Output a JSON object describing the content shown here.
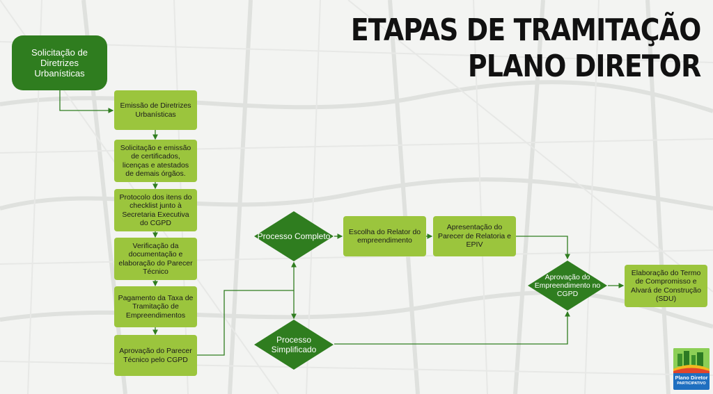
{
  "title": {
    "line1": "ETAPAS DE TRAMITAÇÃO",
    "line2": "PLANO DIRETOR"
  },
  "nodes": {
    "start": "Solicitação de Diretrizes Urbanísticas",
    "emissao": "Emissão de Diretrizes Urbanísticas",
    "solicitacao_certificados": "Solicitação e emissão de certificados, licenças e atestados de demais órgãos.",
    "protocolo": "Protocolo dos itens do checklist junto à Secretaria Executiva do CGPD",
    "verificacao": "Verificação da documentação e elaboração do Parecer Técnico",
    "pagamento": "Pagamento da Taxa de Tramitação de Empreendimentos",
    "aprovacao_parecer": "Aprovação do Parecer Técnico pelo CGPD",
    "processo_completo": "Processo Completo",
    "processo_simplificado": "Processo Simplificado",
    "escolha_relator": "Escolha do Relator do empreendimento",
    "apresentacao_parecer": "Apresentação do Parecer de Relatoria e EPIV",
    "aprovacao_empreendimento": "Aprovação do Empreendimento no CGPD",
    "elaboracao_termo": "Elaboração do Termo de Compromisso e Alvará de Construção (SDU)"
  },
  "logo": {
    "line1": "Plano Diretor",
    "line2": "PARTICIPATIVO"
  },
  "colors": {
    "dark_green": "#2f7d1f",
    "light_green": "#9bc53d",
    "title": "#111111"
  }
}
